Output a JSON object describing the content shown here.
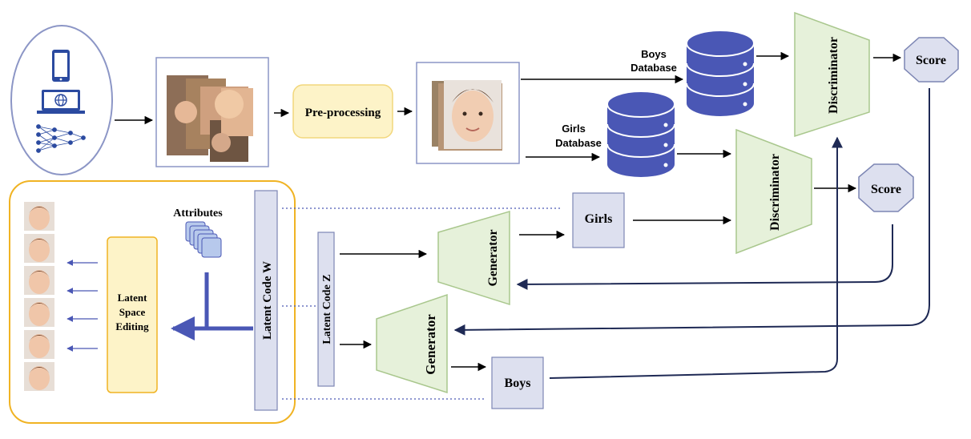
{
  "preprocessing": "Pre-processing",
  "boys_database": [
    "Boys",
    "Database"
  ],
  "girls_database": [
    "Girls",
    "Database"
  ],
  "discriminator": "Discriminator",
  "score": "Score",
  "generator": "Generator",
  "girls": "Girls",
  "boys": "Boys",
  "attributes": "Attributes",
  "latent_code_w": "Latent Code W",
  "latent_code_z": "Latent Code Z",
  "latent_space_editing": [
    "Latent",
    "Space",
    "Editing"
  ],
  "colors": {
    "database_blue": "#4a57b5",
    "discriminator_green": "#e6f1da",
    "discriminator_stroke": "#a9c78d",
    "score_fill": "#dde0ef",
    "box_fill": "#dde0ef",
    "box_stroke": "#7d86b4",
    "preprocessing_fill": "#fdf3c8",
    "preprocessing_stroke": "#f2d77c",
    "yellow_border": "#f0b323",
    "dark_line": "#1f2a55",
    "device_circle": "#2b4aa0"
  }
}
